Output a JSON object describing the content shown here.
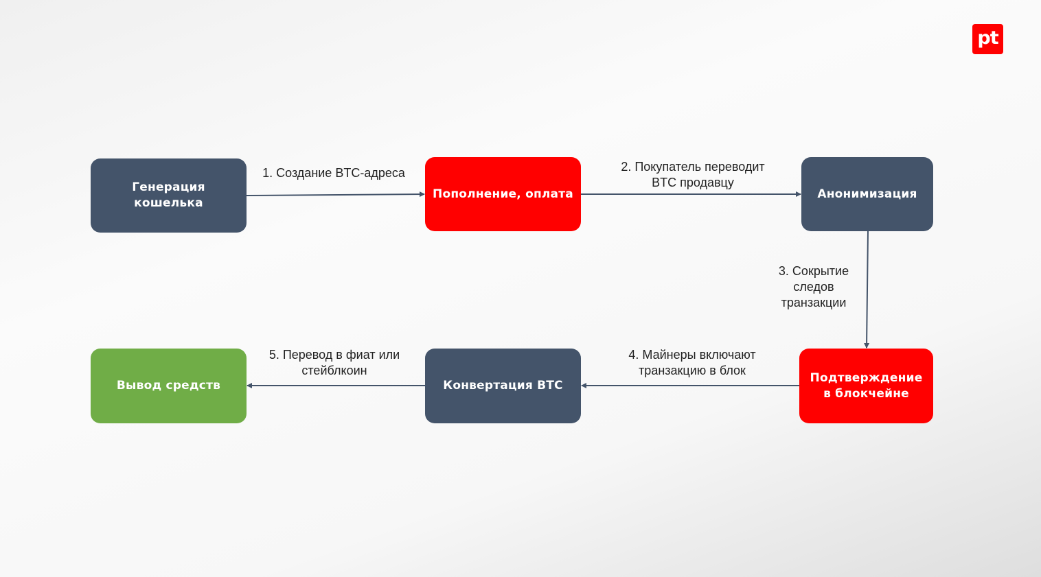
{
  "logo": {
    "text": "pt"
  },
  "nodes": {
    "wallet": "Генерация\nкошелька",
    "payment": "Пополнение, оплата",
    "anonymization": "Анонимизация",
    "confirmation": "Подтверждение\nв блокчейне",
    "conversion": "Конвертация BTC",
    "withdrawal": "Вывод средств"
  },
  "edges": {
    "step1": "1. Создание BTC-адреса",
    "step2": "2. Покупатель переводит\nBTC продавцу",
    "step3": "3. Сокрытие\nследов\nтранзакции",
    "step4": "4. Майнеры включают\nтранзакцию в блок",
    "step5": "5. Перевод в фиат или\nстейблкоин"
  },
  "colors": {
    "dark": "#44546a",
    "red": "#ff0000",
    "green": "#70ad47"
  }
}
